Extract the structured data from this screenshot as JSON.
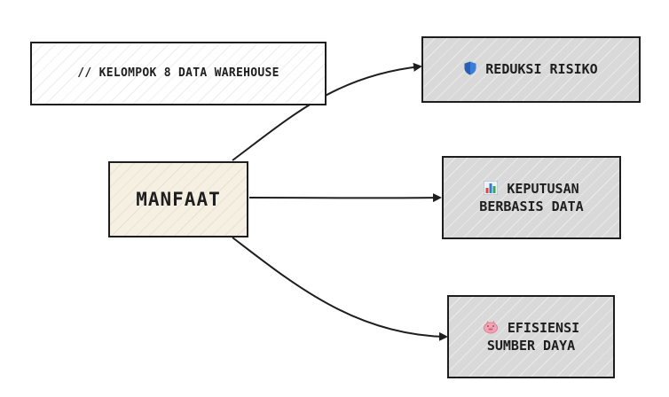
{
  "title_box": {
    "text": "// KELOMPOK 8 DATA WAREHOUSE"
  },
  "center": {
    "text": "MANFAAT"
  },
  "benefits": [
    {
      "icon": "shield-icon",
      "line1": "REDUKSI RISIKO",
      "line2": ""
    },
    {
      "icon": "bar-chart-icon",
      "line1": "KEPUTUSAN",
      "line2": "BERBASIS DATA"
    },
    {
      "icon": "piggy-bank-icon",
      "line1": "EFISIENSI",
      "line2": "SUMBER DAYA"
    }
  ],
  "colors": {
    "stroke": "#1e1e1e",
    "center_fill": "#f5f0e1",
    "benefit_fill": "#d9d9d9",
    "shield": "#3b7ddd",
    "piggy": "#f4a3b4"
  }
}
